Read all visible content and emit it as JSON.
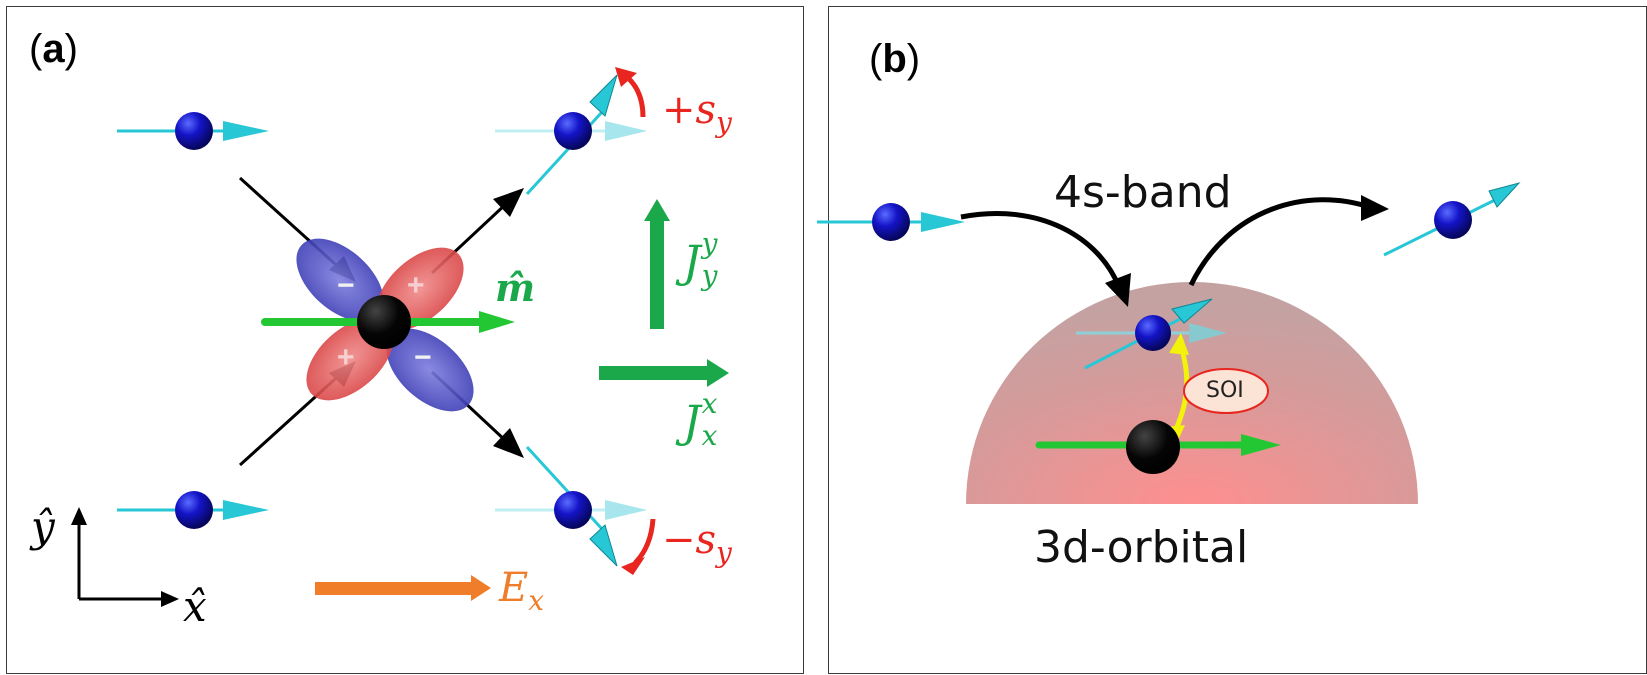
{
  "panel_a": {
    "label_open": "(",
    "label_letter": "a",
    "label_close": ")",
    "m_hat": "m̂",
    "s_plus": "+s",
    "s_plus_sub": "y",
    "s_minus": "−s",
    "s_minus_sub": "y",
    "J_yy": "J",
    "J_yy_sup": "y",
    "J_yy_sub": "y",
    "J_xx": "J",
    "J_xx_sup": "x",
    "J_xx_sub": "x",
    "E_x": "E",
    "E_x_sub": "x",
    "y_hat": "ŷ",
    "x_hat": "x̂",
    "lobe_signs": [
      "−",
      "+",
      "+",
      "−"
    ],
    "colors": {
      "red": "#e8251f",
      "green": "#1aa84a",
      "orange": "#ef7d2a",
      "cyan": "#27c7d6",
      "electron_blue": "#1818c8"
    }
  },
  "panel_b": {
    "label_open": "(",
    "label_letter": "b",
    "label_close": ")",
    "band_label": "4s-band",
    "orbital_label": "3d-orbital",
    "soi_label": "SOI"
  }
}
